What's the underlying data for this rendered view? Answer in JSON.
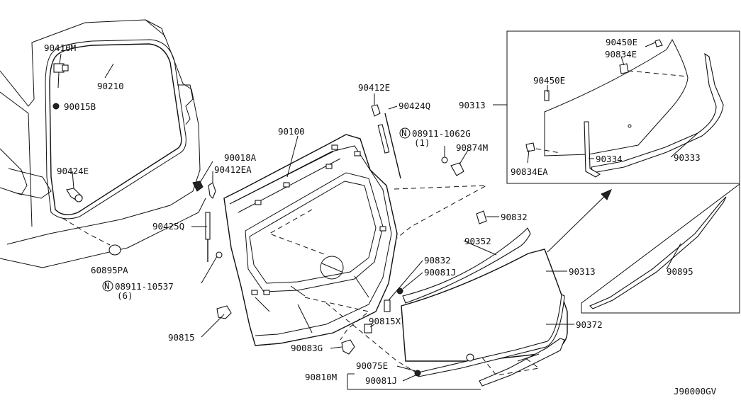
{
  "diagram_code": "J90000GV",
  "part_labels": {
    "p90410M": "90410M",
    "p90210": "90210",
    "p90015B": "90015B",
    "p90424E": "90424E",
    "p60895PA": "60895PA",
    "p90018A": "90018A",
    "p90412EA": "90412EA",
    "p90425Q": "90425Q",
    "p08911_10537": "08911-10537",
    "p08911_10537_qty": "(6)",
    "p90100": "90100",
    "p90412E": "90412E",
    "p90424Q": "90424Q",
    "p08911_1062G": "08911-1062G",
    "p08911_1062G_qty": "(1)",
    "p90874M": "90874M",
    "p90815": "90815",
    "p90832_a": "90832",
    "p90832_b": "90832",
    "p90352": "90352",
    "p90081J_a": "90081J",
    "p90081J_b": "90081J",
    "p90313_main": "90313",
    "p90313_inset": "90313",
    "p90815X": "90815X",
    "p90083G": "90083G",
    "p90075E": "90075E",
    "p90810M": "90810M",
    "p90372": "90372",
    "p90895": "90895",
    "p90450E_a": "90450E",
    "p90450E_b": "90450E",
    "p90834E": "90834E",
    "p90834EA": "90834EA",
    "p90334": "90334",
    "p90333": "90333"
  },
  "symbols": {
    "nut_marker": "N"
  }
}
